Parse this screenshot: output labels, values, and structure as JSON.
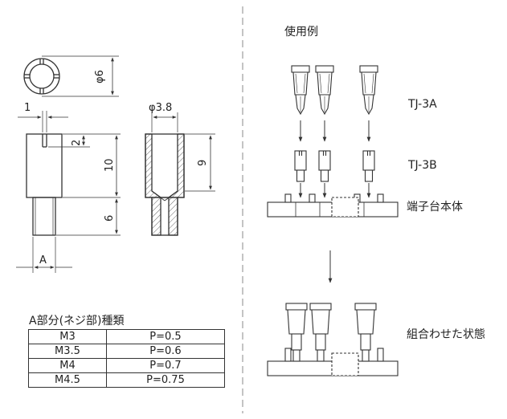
{
  "labels": {
    "dia_outer": "φ6",
    "dia_inner": "φ3.8",
    "slot_width": "1",
    "slot_depth": "2",
    "body_length": "10",
    "thread_length": "6",
    "bore_depth": "9",
    "thread_label": "A"
  },
  "usage": {
    "title": "使用例",
    "part_a": "TJ-3A",
    "part_b": "TJ-3B",
    "block": "端子台本体",
    "assembled": "組合わせた状態"
  },
  "thread_table": {
    "title": "A部分(ネジ部)種類",
    "rows": [
      {
        "size": "M3",
        "pitch": "P=0.5"
      },
      {
        "size": "M3.5",
        "pitch": "P=0.6"
      },
      {
        "size": "M4",
        "pitch": "P=0.7"
      },
      {
        "size": "M4.5",
        "pitch": "P=0.75"
      }
    ]
  },
  "colors": {
    "line": "#333333",
    "hatch": "#666666"
  }
}
